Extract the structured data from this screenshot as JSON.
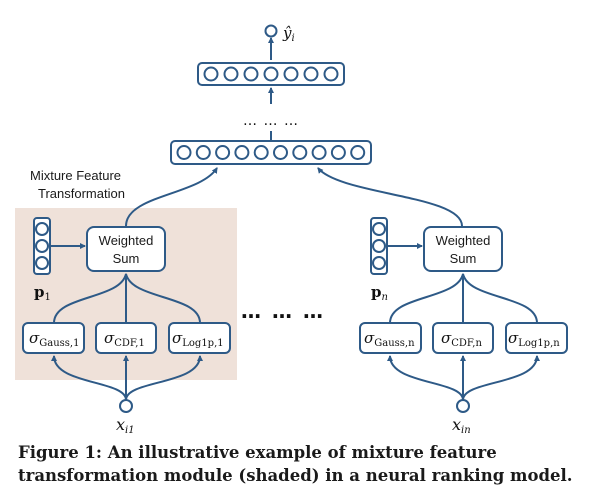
{
  "figure": {
    "output_label": "ŷ",
    "output_sub": "i",
    "ellipsis_top": "… … …",
    "ellipsis_mid": "… … …",
    "module_title_line1": "Mixture Feature",
    "module_title_line2": "Transformation",
    "shade_color": "#efe1d9",
    "line_color": "#2e5a87",
    "left_block": {
      "weighted_sum_line1": "Weighted",
      "weighted_sum_line2": "Sum",
      "p_label": "p",
      "p_sub": "1",
      "transforms": [
        {
          "sigma": "σ",
          "sub": "Gauss,1"
        },
        {
          "sigma": "σ",
          "sub": "CDF,1"
        },
        {
          "sigma": "σ",
          "sub": "Log1p,1"
        }
      ],
      "input_label": "x",
      "input_sub": "i1"
    },
    "right_block": {
      "weighted_sum_line1": "Weighted",
      "weighted_sum_line2": "Sum",
      "p_label": "p",
      "p_sub": "n",
      "transforms": [
        {
          "sigma": "σ",
          "sub": "Gauss,n"
        },
        {
          "sigma": "σ",
          "sub": "CDF,n"
        },
        {
          "sigma": "σ",
          "sub": "Log1p,n"
        }
      ],
      "input_label": "x",
      "input_sub": "in"
    },
    "top_layer_nodes": 7,
    "hidden_layer_nodes": 10,
    "weight_vector_nodes": 3
  },
  "caption": "Figure 1: An illustrative example of mixture feature transformation module (shaded) in a neural ranking model."
}
